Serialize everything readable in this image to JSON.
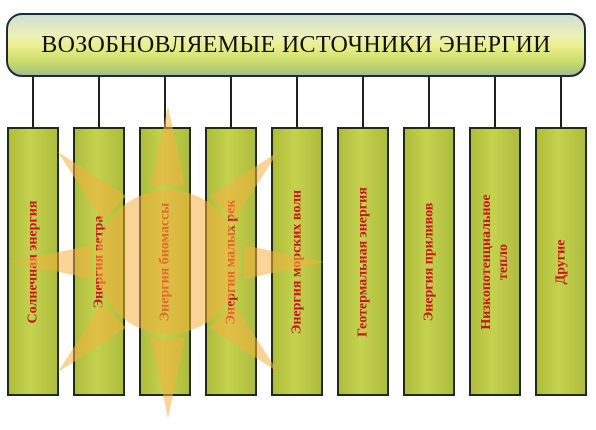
{
  "title": "ВОЗОБНОВЛЯЕМЫЕ ИСТОЧНИКИ ЭНЕРГИИ",
  "columns": [
    "Солнечная энергия",
    "Энергия ветра",
    "Энергия биомассы",
    "Энергия малых рек",
    "Энергия морских волн",
    "Геотермальная энергия",
    "Энергия приливов",
    "Низкопотенциальное\nтепло",
    "Другие"
  ],
  "colors": {
    "column_fill": "#b8c845",
    "label_text": "#c8141c",
    "sun": "#f5b040"
  },
  "sun_icon": "sun-icon"
}
